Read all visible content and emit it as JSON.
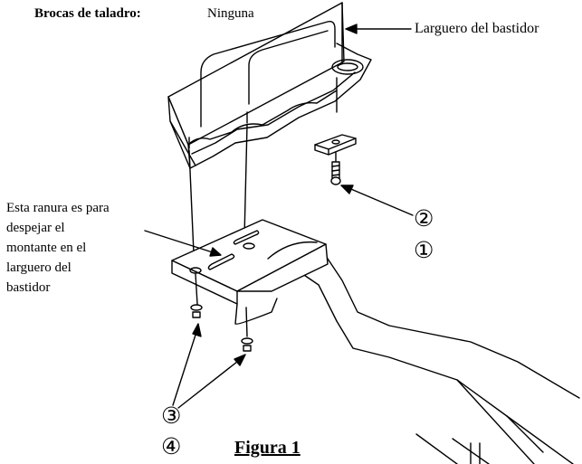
{
  "header": {
    "drill_bits_label": "Brocas de taladro:",
    "drill_bits_value": "Ninguna"
  },
  "labels": {
    "frame_rail": "Larguero del bastidor",
    "slot_note": [
      "Esta ranura es para",
      "despejar el",
      "montante en el",
      "larguero del",
      "bastidor"
    ]
  },
  "callouts": {
    "bolt_top": "②",
    "bolt_bottom": "①",
    "nut_top": "③",
    "nut_bottom": "④"
  },
  "figure": {
    "caption": "Figura 1"
  }
}
